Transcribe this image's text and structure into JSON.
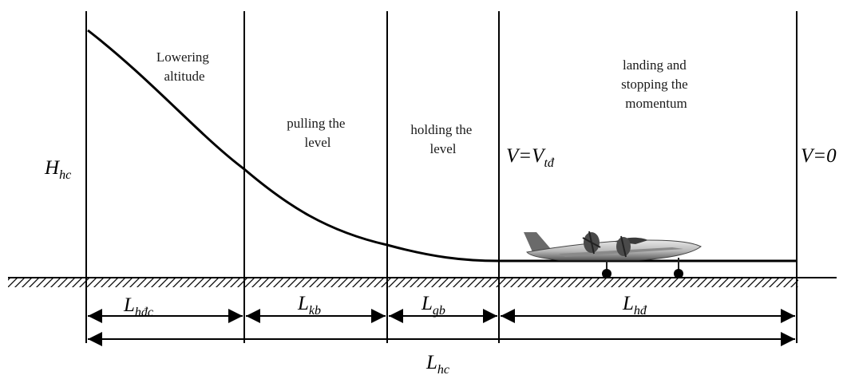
{
  "stage_labels": {
    "lowering_altitude": [
      "Lowering",
      "altitude"
    ],
    "pulling_the_level": [
      "pulling the",
      "level"
    ],
    "holding_the_level": [
      "holding the",
      "level"
    ],
    "landing_and_stopping": [
      "landing and",
      "stopping the",
      "momentum"
    ]
  },
  "height": {
    "symbol": "H",
    "subscript": "hc"
  },
  "speed_touchdown": {
    "lhs": "V",
    "eq": "=",
    "rhs": "V",
    "subscript": "tđ"
  },
  "speed_stop": {
    "text": "V=0"
  },
  "segment_lengths": [
    {
      "symbol": "L",
      "subscript": "hđc"
    },
    {
      "symbol": "L",
      "subscript": "kb"
    },
    {
      "symbol": "L",
      "subscript": "gb"
    },
    {
      "symbol": "L",
      "subscript": "hđ"
    }
  ],
  "total_length": {
    "symbol": "L",
    "subscript": "hc"
  }
}
